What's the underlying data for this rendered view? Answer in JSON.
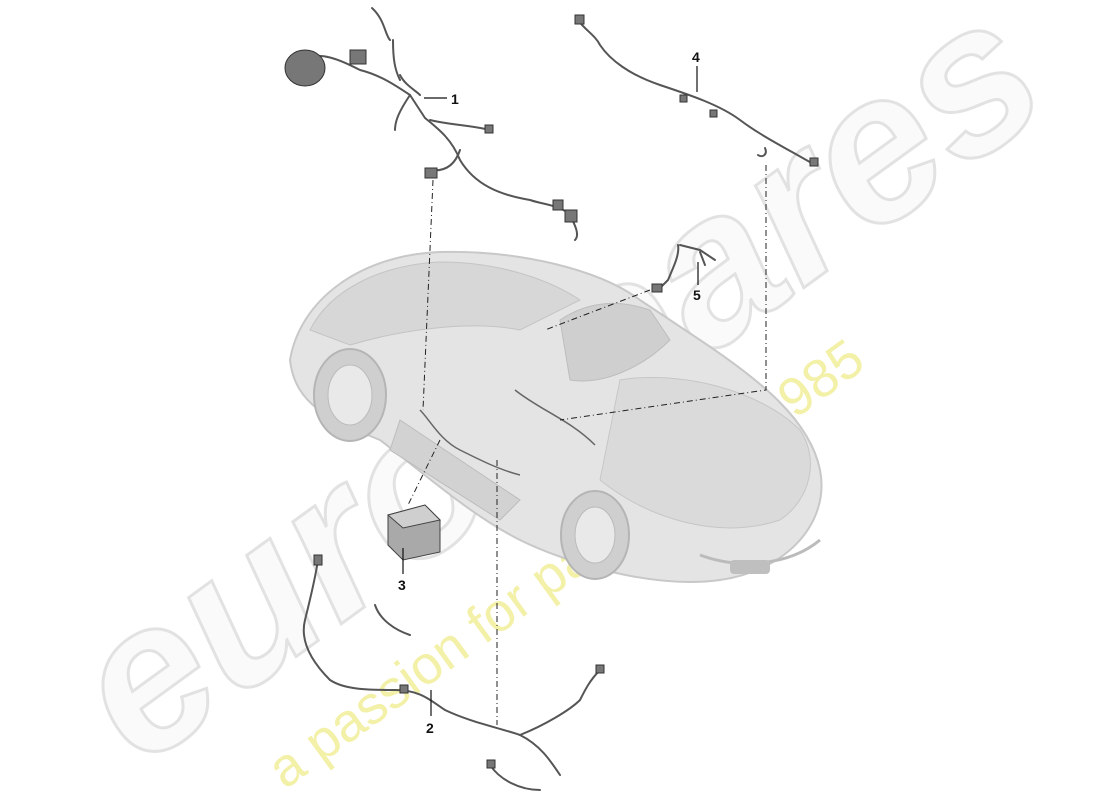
{
  "diagram": {
    "watermark": {
      "brand": "eurospares",
      "tagline": "a passion for parts since 1985",
      "brand_color": "#e6e6e6",
      "tagline_color": "#f3f0a8"
    },
    "callouts": [
      {
        "id": "1",
        "label": "1"
      },
      {
        "id": "2",
        "label": "2"
      },
      {
        "id": "3",
        "label": "3"
      },
      {
        "id": "4",
        "label": "4"
      },
      {
        "id": "5",
        "label": "5"
      }
    ]
  }
}
